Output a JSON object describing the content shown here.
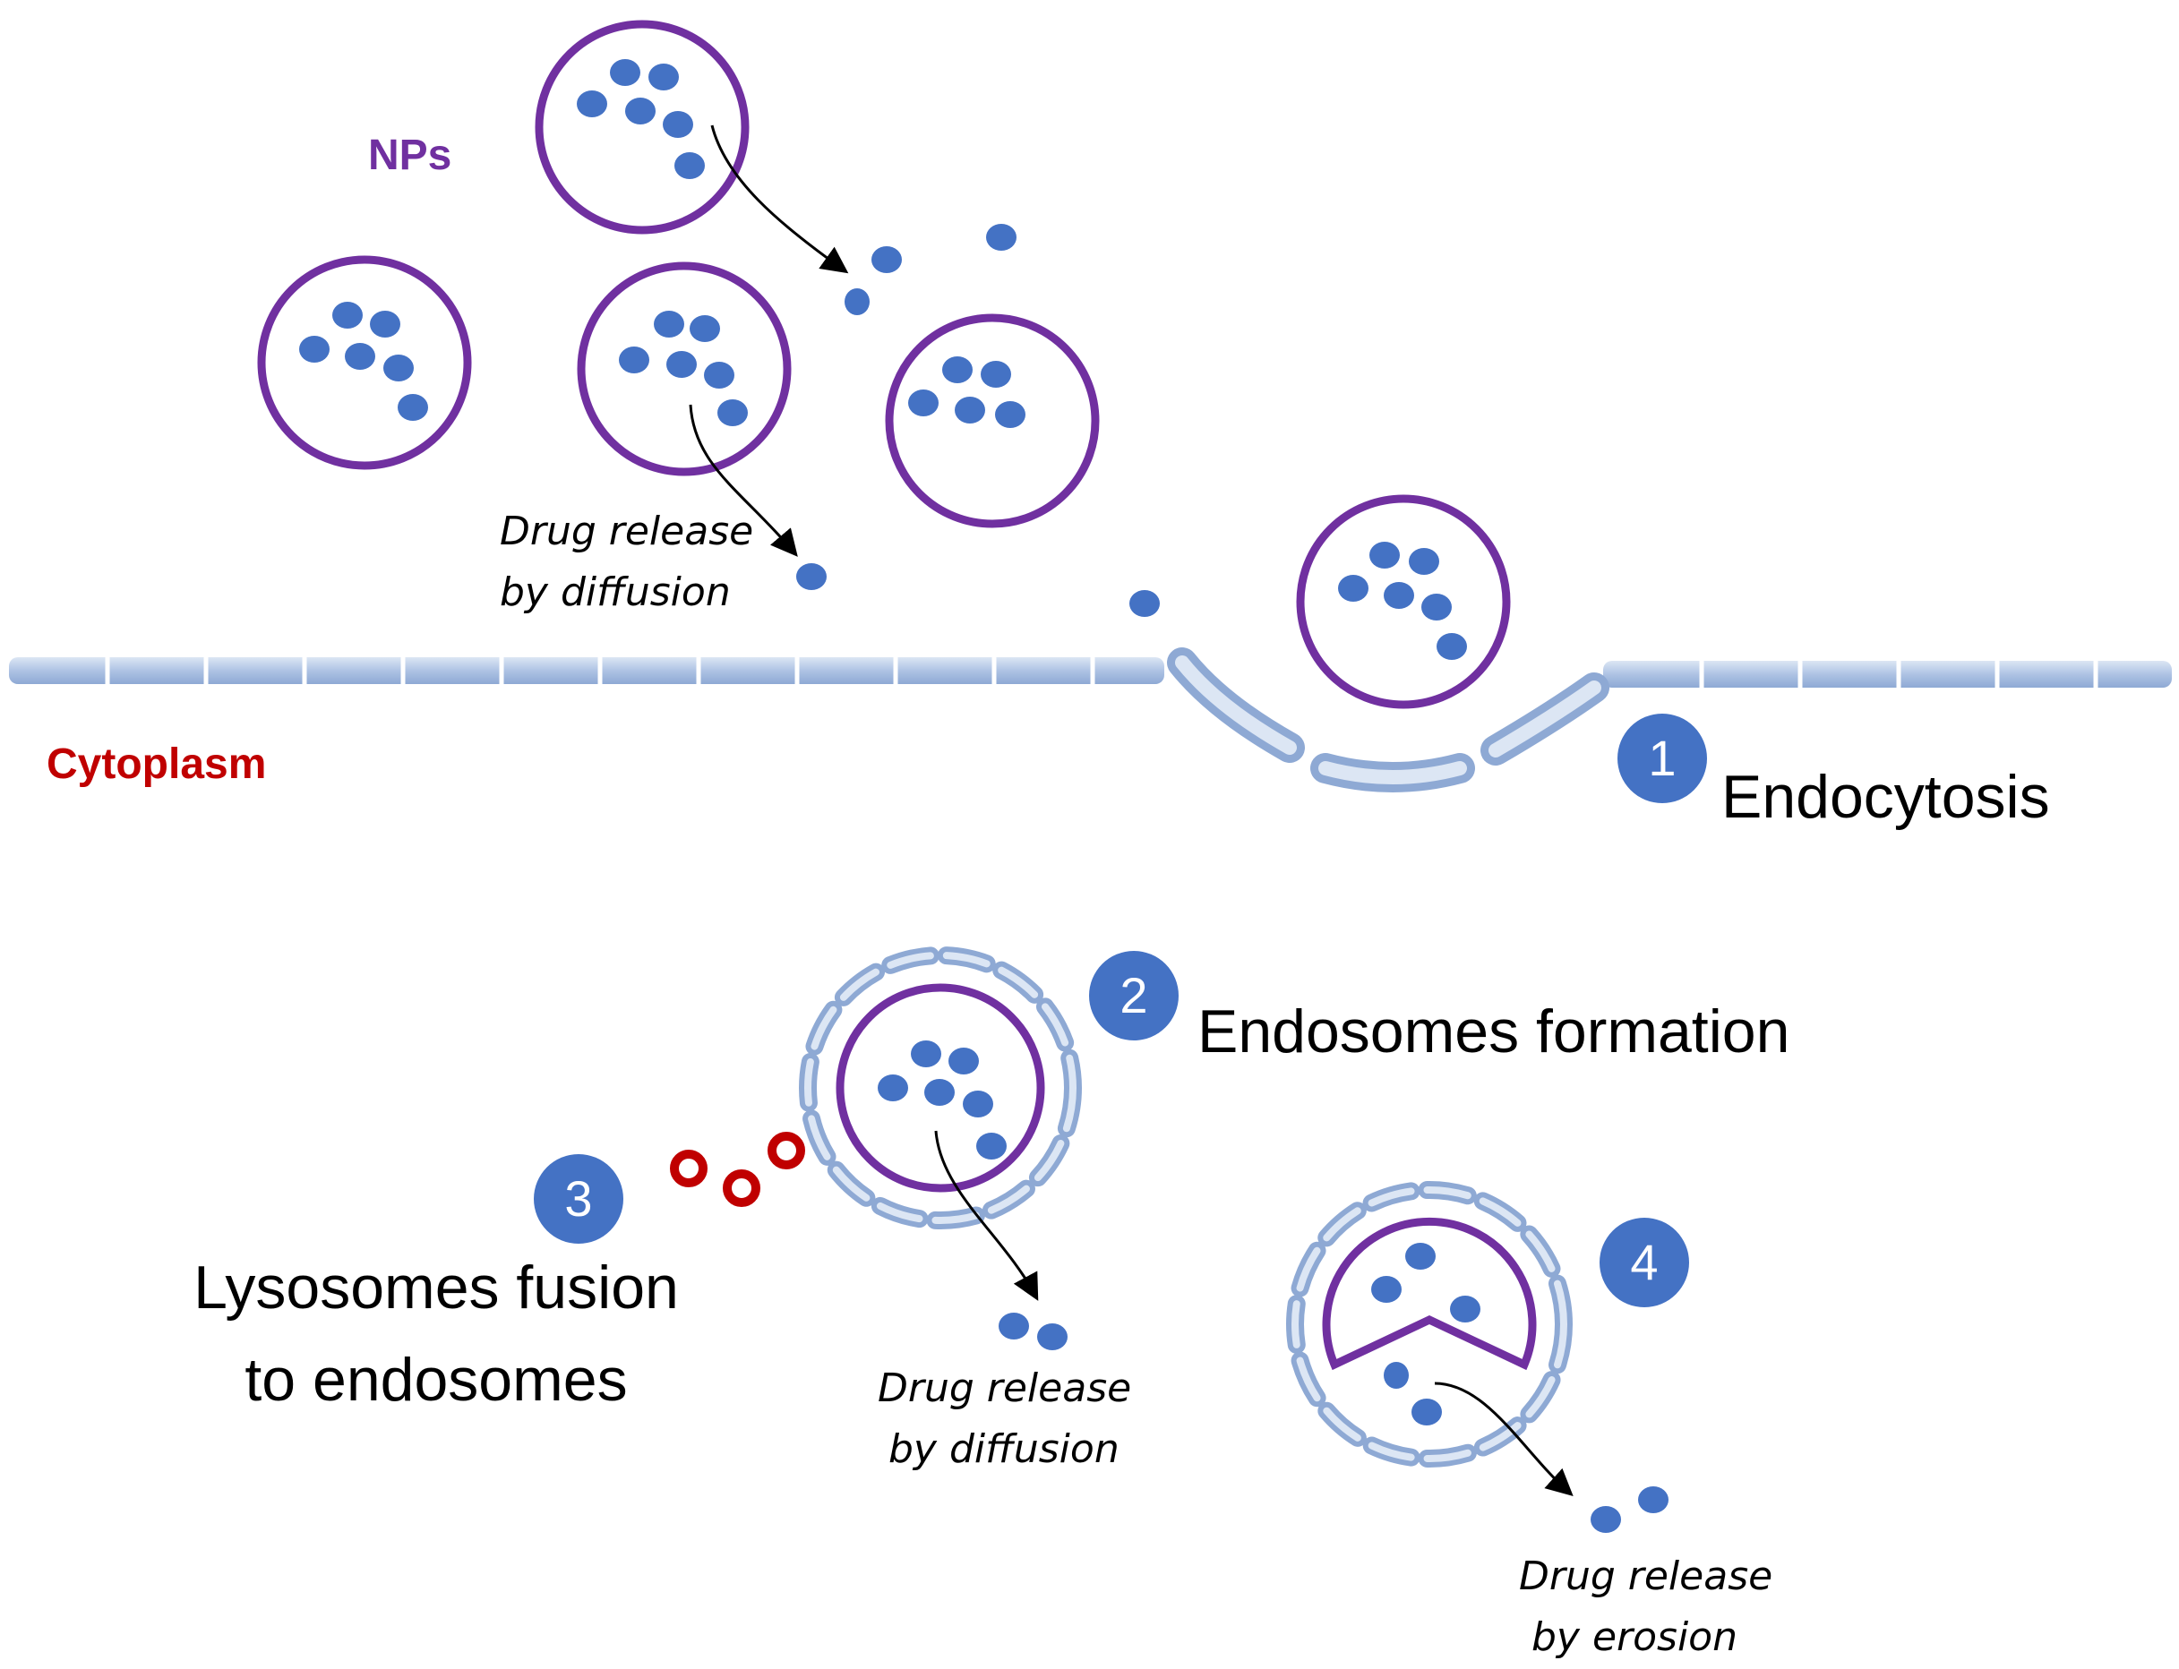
{
  "labels": {
    "nps": "NPs",
    "cytoplasm": "Cytoplasm",
    "diffusion_top": [
      "Drug release",
      "by diffusion"
    ],
    "diffusion_bottom": [
      "Drug release",
      "by diffusion"
    ],
    "erosion": [
      "Drug release",
      "by erosion"
    ]
  },
  "steps": [
    {
      "number": "1",
      "lines": [
        "Endocytosis"
      ]
    },
    {
      "number": "2",
      "lines": [
        "Endosomes formation"
      ]
    },
    {
      "number": "3",
      "lines": [
        "Lysosomes fusion",
        "to endosomes"
      ]
    },
    {
      "number": "4",
      "lines": []
    }
  ],
  "colors": {
    "nanoparticle_ring": "#7030a0",
    "drug": "#4472c4",
    "membrane": "#b4c7e7",
    "lysosome": "#c00000",
    "step_badge": "#4472c4",
    "nps_label": "#7030a0",
    "cytoplasm_label": "#c00000",
    "text": "#000000"
  }
}
